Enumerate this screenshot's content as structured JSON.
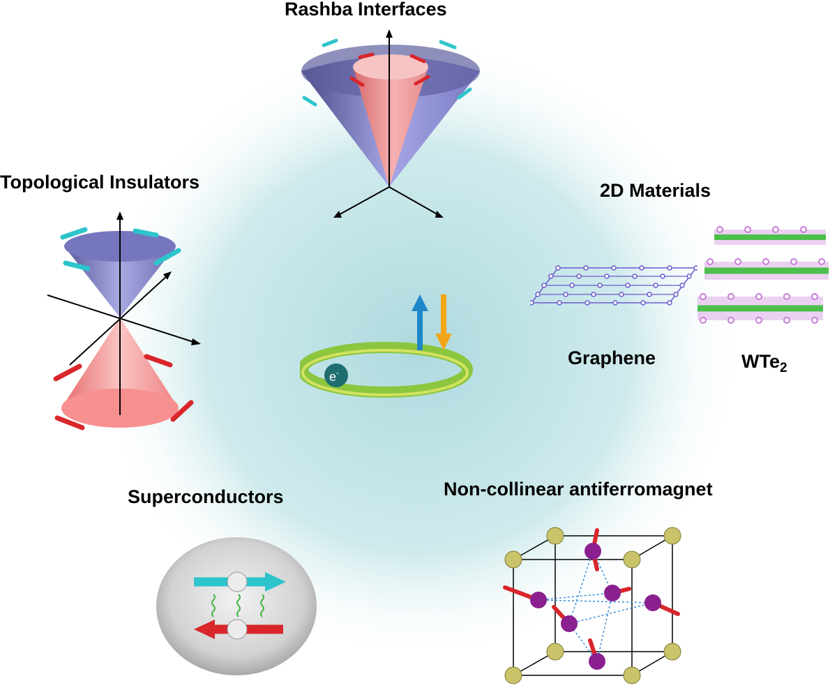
{
  "labels": {
    "rashba": "Rashba Interfaces",
    "topological": "Topological Insulators",
    "two_d": "2D Materials",
    "graphene": "Graphene",
    "wte2_main": "WTe",
    "wte2_sub": "2",
    "superconductors": "Superconductors",
    "afm": "Non-collinear antiferromagnet",
    "electron": "e",
    "electron_sup": "-"
  },
  "colors": {
    "glow": "#a9d8dc",
    "cone_blue": "#8f8fd8",
    "cone_red": "#f28a8a",
    "spin_cyan": "#2ec4cc",
    "spin_red": "#d8262a",
    "spin_up_blue": "#1f86c8",
    "spin_down_orange": "#f2a618",
    "ring_green": "#8cc63f",
    "graphene_purple": "#6a5acd",
    "wte2_green": "#4cbf4c",
    "wte2_magenta": "#c77ad6",
    "afm_olive": "#c9c36a",
    "afm_purple": "#8a1f8f"
  }
}
